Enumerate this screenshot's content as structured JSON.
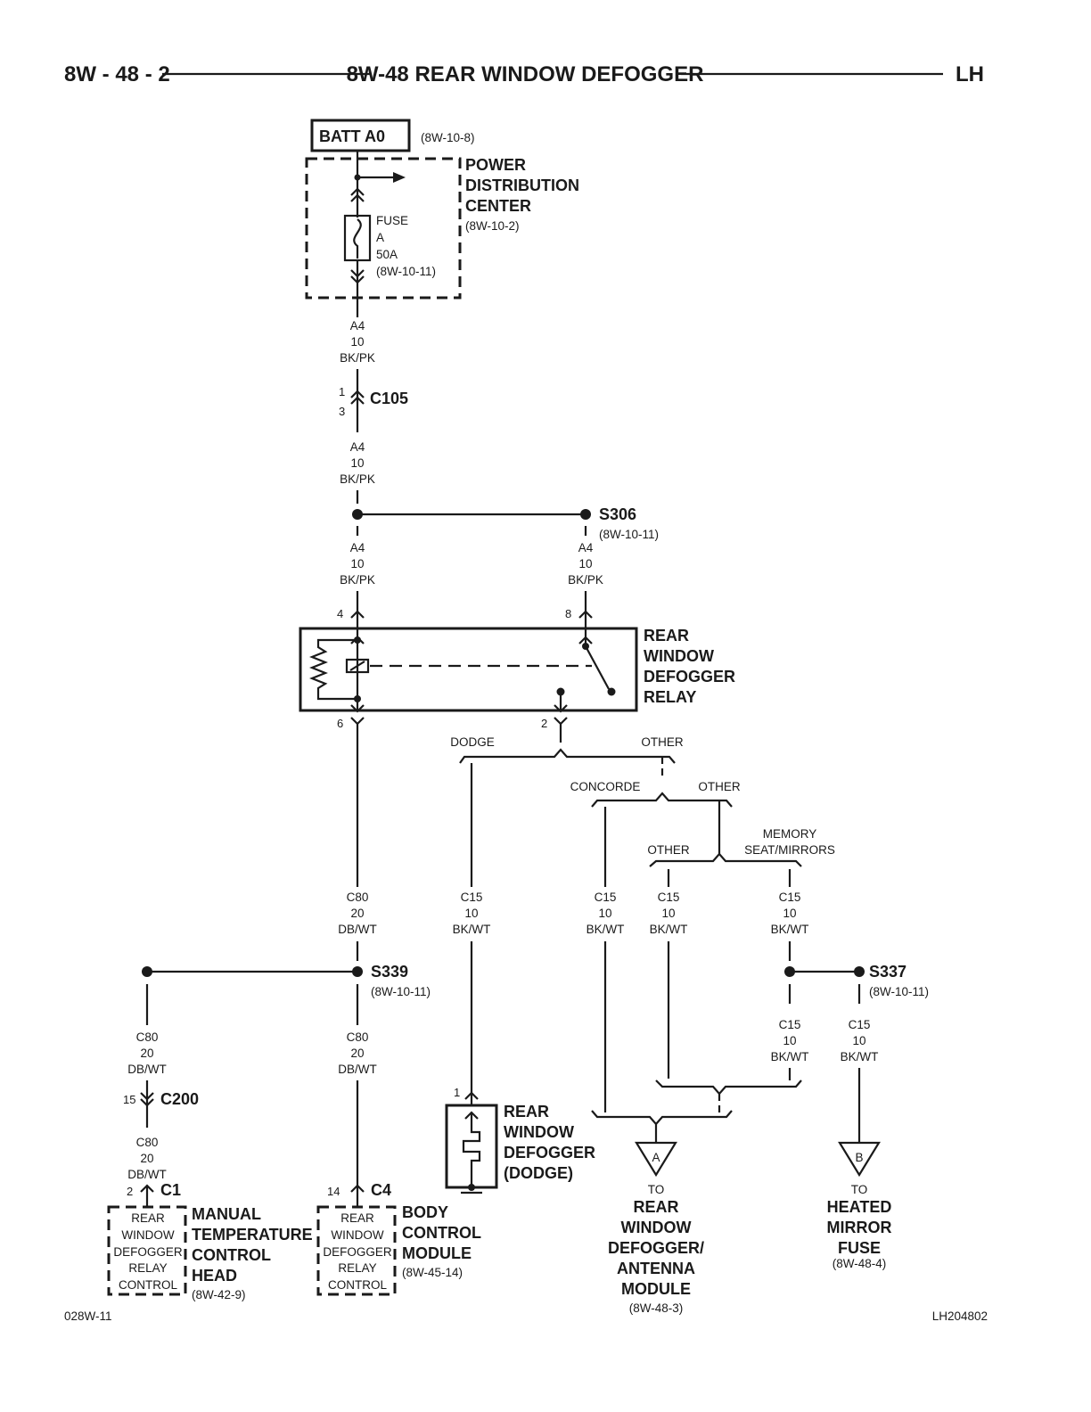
{
  "header": {
    "page_number": "8W - 48 - 2",
    "title": "8W-48 REAR WINDOW DEFOGGER",
    "section": "LH"
  },
  "footer": {
    "left_code": "028W-11",
    "right_code": "LH204802"
  },
  "batt": {
    "label": "BATT A0",
    "ref": "(8W-10-8)"
  },
  "pdc": {
    "line1": "POWER",
    "line2": "DISTRIBUTION",
    "line3": "CENTER",
    "ref": "(8W-10-2)",
    "fuse": {
      "l1": "FUSE",
      "l2": "A",
      "l3": "50A",
      "l4": "(8W-10-11)"
    }
  },
  "wires": {
    "a4_1": {
      "circuit": "A4",
      "gauge": "10",
      "color": "BK/PK"
    },
    "a4_2": {
      "circuit": "A4",
      "gauge": "10",
      "color": "BK/PK"
    },
    "a4_3": {
      "circuit": "A4",
      "gauge": "10",
      "color": "BK/PK"
    },
    "a4_4": {
      "circuit": "A4",
      "gauge": "10",
      "color": "BK/PK"
    },
    "c80_1": {
      "circuit": "C80",
      "gauge": "20",
      "color": "DB/WT"
    },
    "c80_2": {
      "circuit": "C80",
      "gauge": "20",
      "color": "DB/WT"
    },
    "c80_3": {
      "circuit": "C80",
      "gauge": "20",
      "color": "DB/WT"
    },
    "c80_4": {
      "circuit": "C80",
      "gauge": "20",
      "color": "DB/WT"
    },
    "c15_dodge": {
      "circuit": "C15",
      "gauge": "10",
      "color": "BK/WT"
    },
    "c15_concorde": {
      "circuit": "C15",
      "gauge": "10",
      "color": "BK/WT"
    },
    "c15_other": {
      "circuit": "C15",
      "gauge": "10",
      "color": "BK/WT"
    },
    "c15_memory": {
      "circuit": "C15",
      "gauge": "10",
      "color": "BK/WT"
    },
    "c15_s337a": {
      "circuit": "C15",
      "gauge": "10",
      "color": "BK/WT"
    },
    "c15_s337b": {
      "circuit": "C15",
      "gauge": "10",
      "color": "BK/WT"
    }
  },
  "connectors": {
    "c105": {
      "name": "C105",
      "pin_top": "1",
      "pin_bottom": "3"
    },
    "c200": {
      "name": "C200",
      "pin": "15"
    },
    "c1": {
      "name": "C1",
      "pin": "2"
    },
    "c4": {
      "name": "C4",
      "pin": "14"
    }
  },
  "splices": {
    "s306": {
      "name": "S306",
      "ref": "(8W-10-11)"
    },
    "s339": {
      "name": "S339",
      "ref": "(8W-10-11)"
    },
    "s337": {
      "name": "S337",
      "ref": "(8W-10-11)"
    }
  },
  "relay": {
    "line1": "REAR",
    "line2": "WINDOW",
    "line3": "DEFOGGER",
    "line4": "RELAY",
    "pin4": "4",
    "pin8": "8",
    "pin6": "6",
    "pin2": "2"
  },
  "branches": {
    "dodge": "DODGE",
    "other1": "OTHER",
    "concorde": "CONCORDE",
    "other2": "OTHER",
    "other3": "OTHER",
    "memory1": "MEMORY",
    "memory2": "SEAT/MIRRORS"
  },
  "defogger_dodge": {
    "pin": "1",
    "line1": "REAR",
    "line2": "WINDOW",
    "line3": "DEFOGGER",
    "line4": "(DODGE)"
  },
  "mtc": {
    "box": [
      "REAR",
      "WINDOW",
      "DEFOGGER",
      "RELAY",
      "CONTROL"
    ],
    "line1": "MANUAL",
    "line2": "TEMPERATURE",
    "line3": "CONTROL",
    "line4": "HEAD",
    "ref": "(8W-42-9)"
  },
  "bcm": {
    "box": [
      "REAR",
      "WINDOW",
      "DEFOGGER",
      "RELAY",
      "CONTROL"
    ],
    "line1": "BODY",
    "line2": "CONTROL",
    "line3": "MODULE",
    "ref": "(8W-45-14)"
  },
  "ref_a": {
    "letter": "A",
    "to": "TO",
    "line1": "REAR",
    "line2": "WINDOW",
    "line3": "DEFOGGER/",
    "line4": "ANTENNA",
    "line5": "MODULE",
    "ref": "(8W-48-3)"
  },
  "ref_b": {
    "letter": "B",
    "to": "TO",
    "line1": "HEATED",
    "line2": "MIRROR",
    "line3": "FUSE",
    "ref": "(8W-48-4)"
  }
}
